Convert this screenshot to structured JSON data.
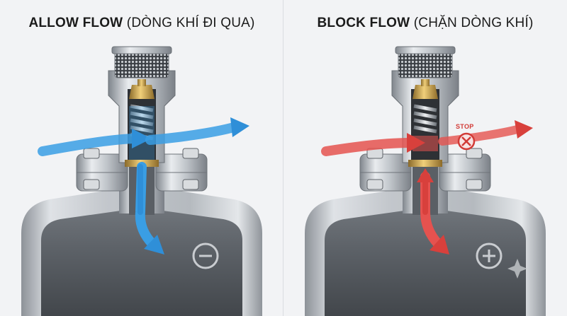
{
  "left_panel": {
    "title_bold": "ALLOW FLOW",
    "title_rest": "(DÒNG KHÍ ĐI QUA)",
    "flow_color": "#3a9ee4",
    "indicator_icon": "minus-circle-icon"
  },
  "right_panel": {
    "title_bold": "BLOCK FLOW",
    "title_rest": "(CHẶN DÒNG KHÍ)",
    "flow_color": "#e5524f",
    "stop_label": "STOP",
    "stop_icon": "cross-circle-icon",
    "indicator_icon": "plus-circle-icon",
    "sparkle_icon": "sparkle-icon"
  }
}
